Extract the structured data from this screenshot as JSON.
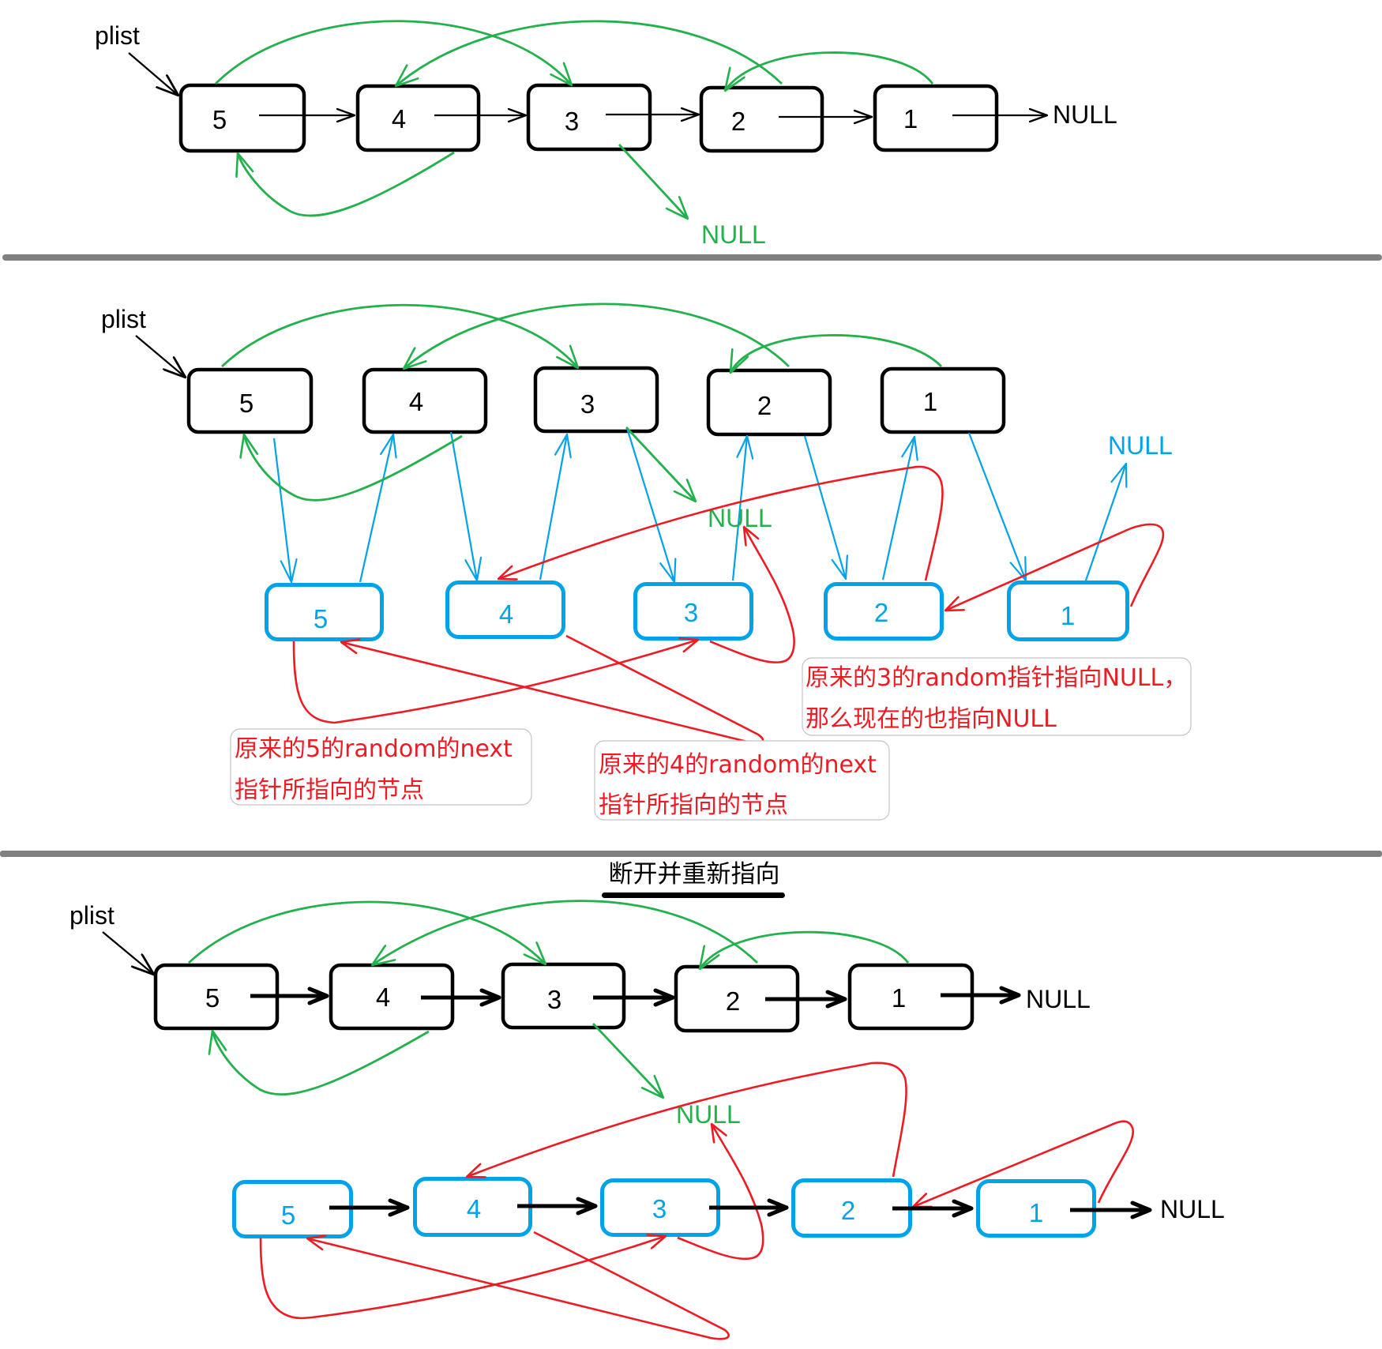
{
  "colors": {
    "original_node": "#000000",
    "copied_node": "#00A2E8",
    "random_pointer": "#22B14C",
    "copied_random_pointer": "#ED1C24",
    "divider": "#808080",
    "annotation_border": "#C3C3C3"
  },
  "panel_original": {
    "head_label": "plist",
    "nodes": [
      "5",
      "4",
      "3",
      "2",
      "1"
    ],
    "next_tail_label": "NULL",
    "random_null_label": "NULL",
    "random_links": [
      [
        "5",
        "3"
      ],
      [
        "4",
        "5"
      ],
      [
        "3",
        "NULL"
      ],
      [
        "2",
        "4"
      ],
      [
        "1",
        "2"
      ]
    ]
  },
  "panel_interleave": {
    "head_label": "plist",
    "original_nodes": [
      "5",
      "4",
      "3",
      "2",
      "1"
    ],
    "copied_nodes": [
      "5",
      "4",
      "3",
      "2",
      "1"
    ],
    "random_null_label": "NULL",
    "copied_tail_label": "NULL",
    "annotations": [
      {
        "lines": [
          "原来的3的random指针指向NULL，",
          "那么现在的也指向NULL"
        ]
      },
      {
        "lines": [
          "原来的5的random的next",
          "指针所指向的节点"
        ]
      },
      {
        "lines": [
          "原来的4的random的next",
          "指针所指向的节点"
        ]
      }
    ]
  },
  "panel_split": {
    "title": "断开并重新指向",
    "head_label": "plist",
    "original_nodes": [
      "5",
      "4",
      "3",
      "2",
      "1"
    ],
    "original_tail_label": "NULL",
    "random_null_label": "NULL",
    "copied_nodes": [
      "5",
      "4",
      "3",
      "2",
      "1"
    ],
    "copied_tail_label": "NULL"
  }
}
